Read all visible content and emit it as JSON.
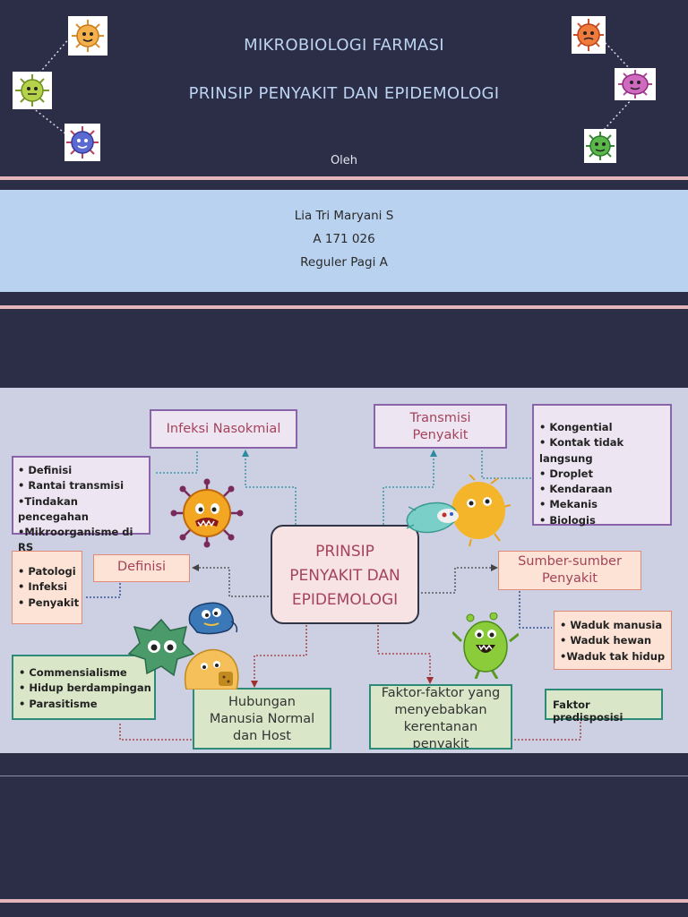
{
  "header": {
    "title_line1": "MIKROBIOLOGI FARMASI",
    "title_line2": "PRINSIP PENYAKIT DAN EPIDEMOLOGI",
    "oleh": "Oleh"
  },
  "author": {
    "name": "Lia Tri Maryani S",
    "nim": "A 171 026",
    "kelas": "Reguler Pagi A"
  },
  "diagram": {
    "center_line1": "PRINSIP",
    "center_line2": "PENYAKIT DAN",
    "center_line3": "EPIDEMOLOGI",
    "infeksi_title": "Infeksi Nasokmial",
    "infeksi_items": [
      "• Definisi",
      "• Rantai transmisi",
      "•Tindakan pencegahan",
      "•Mikroorganisme di RS"
    ],
    "transmisi_title_line1": "Transmisi",
    "transmisi_title_line2": "Penyakit",
    "transmisi_items": [
      "• Kongential",
      "• Kontak tidak langsung",
      "• Droplet",
      "• Kendaraan",
      "• Mekanis",
      "• Biologis"
    ],
    "definisi_title": "Definisi",
    "definisi_items": [
      "• Patologi",
      "• Infeksi",
      "• Penyakit"
    ],
    "sumber_title_line1": "Sumber-sumber",
    "sumber_title_line2": "Penyakit",
    "sumber_items": [
      "• Waduk manusia",
      "• Waduk hewan",
      "•Waduk tak hidup"
    ],
    "hubungan_title_line1": "Hubungan",
    "hubungan_title_line2": "Manusia Normal",
    "hubungan_title_line3": "dan Host",
    "hubungan_items": [
      "• Commensialisme",
      "• Hidup berdampingan",
      "• Parasitisme"
    ],
    "faktor_title_line1": "Faktor-faktor yang",
    "faktor_title_line2": "menyebabkan",
    "faktor_title_line3": "kerentanan",
    "faktor_title_line4": "penyakit",
    "faktor_predisposisi": "Faktor predisposisi"
  },
  "colors": {
    "background": "#2c2d46",
    "title": "#bcd4f1",
    "author_band": "#b9d2f0",
    "accent_line": "#e5b5bc",
    "diagram_bg": "#cdd0e2",
    "heading_text": "#a4435a"
  },
  "icons": [
    "germ-orange-icon",
    "germ-green-icon",
    "germ-blue-icon",
    "germ-red-icon",
    "germ-pink-icon",
    "germ-green-small-icon",
    "virus-orange-icon",
    "bacteria-blue-icon",
    "bacteria-green-icon",
    "germ-yellow-icon",
    "germ-green-standing-icon",
    "germ-pair-icon"
  ]
}
